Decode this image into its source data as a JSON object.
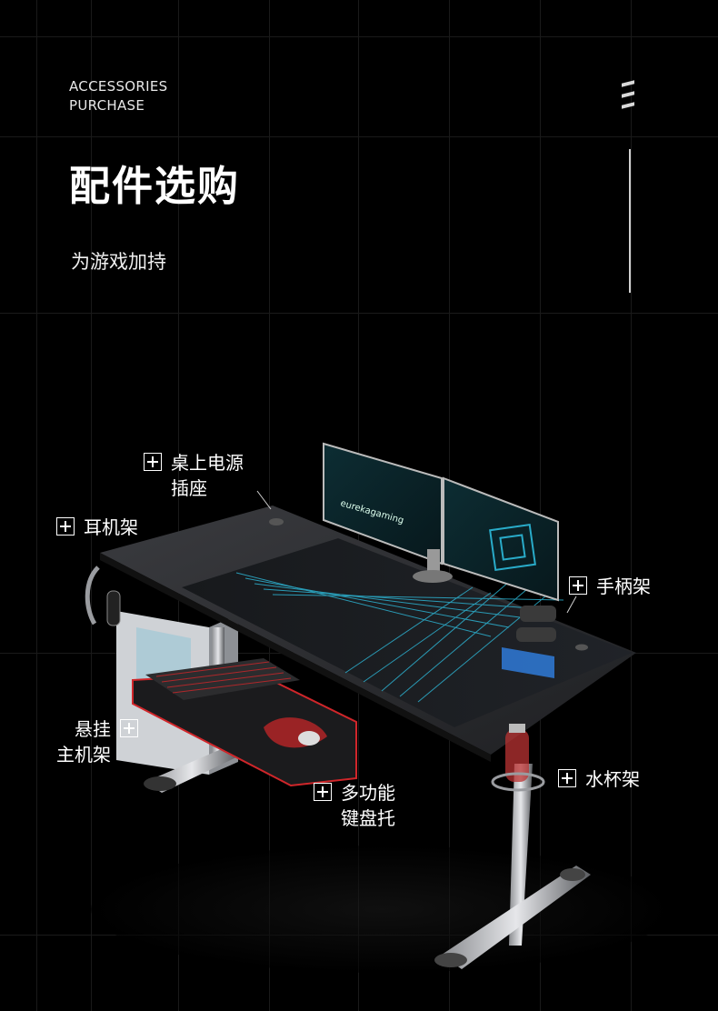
{
  "header": {
    "eyebrow_line1": "ACCESSORIES",
    "eyebrow_line2": "PURCHASE",
    "title": "配件选购",
    "subtitle": "为游戏加持"
  },
  "monitor_brand": "eurekagaming",
  "accessories": {
    "power_socket": [
      "桌上电源",
      "插座"
    ],
    "headphone_hook": [
      "耳机架"
    ],
    "controller_holder": [
      "手柄架"
    ],
    "pc_holder": [
      "悬挂",
      "主机架"
    ],
    "keyboard_tray": [
      "多功能",
      "键盘托"
    ],
    "cup_holder": [
      "水杯架"
    ]
  },
  "colors": {
    "background": "#000000",
    "desk_surface": "#2b2c2f",
    "mousepad": "#1c1e22",
    "accent_cyan": "#2fc4e6",
    "accent_red": "#d0262a"
  }
}
